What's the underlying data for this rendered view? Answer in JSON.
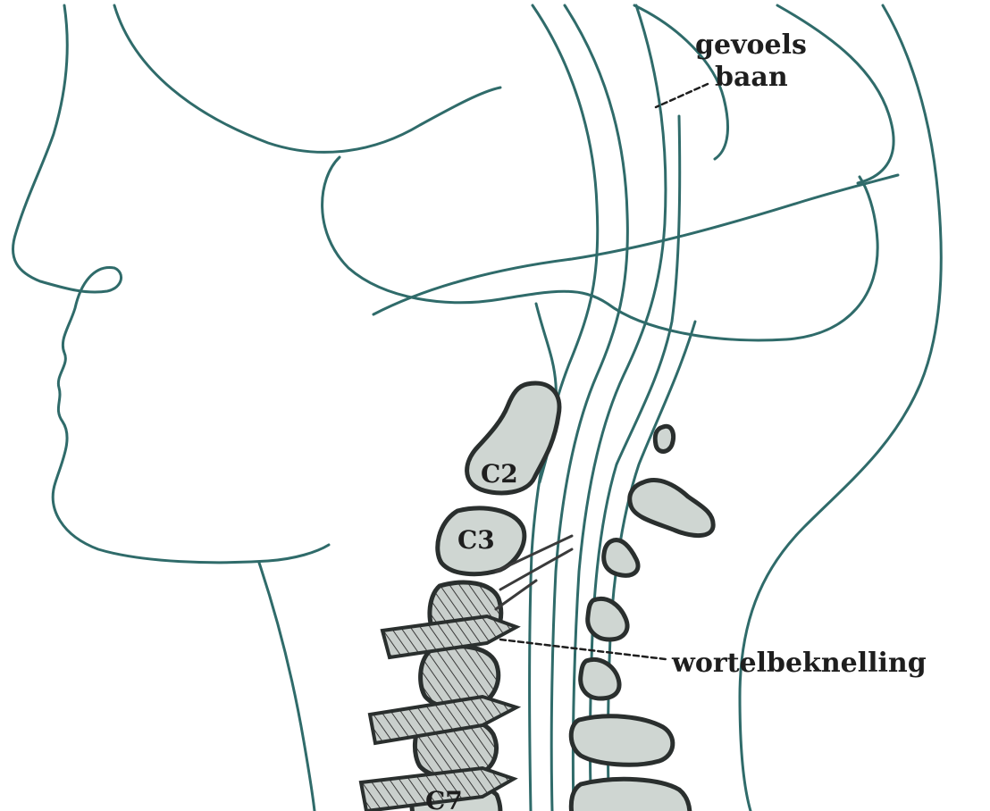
{
  "labels": {
    "gevoels": "gevoels",
    "baan": "baan",
    "wortelbeknelling": "wortelbeknelling",
    "c2": "C2",
    "c3": "C3",
    "c7": "C7"
  },
  "colors": {
    "outline": "#2f6b6a",
    "bone_fill": "#cfd6d2",
    "bone_stroke": "#2a2f2e",
    "hatch": "#3a3a3a",
    "text": "#1e1e1e"
  }
}
